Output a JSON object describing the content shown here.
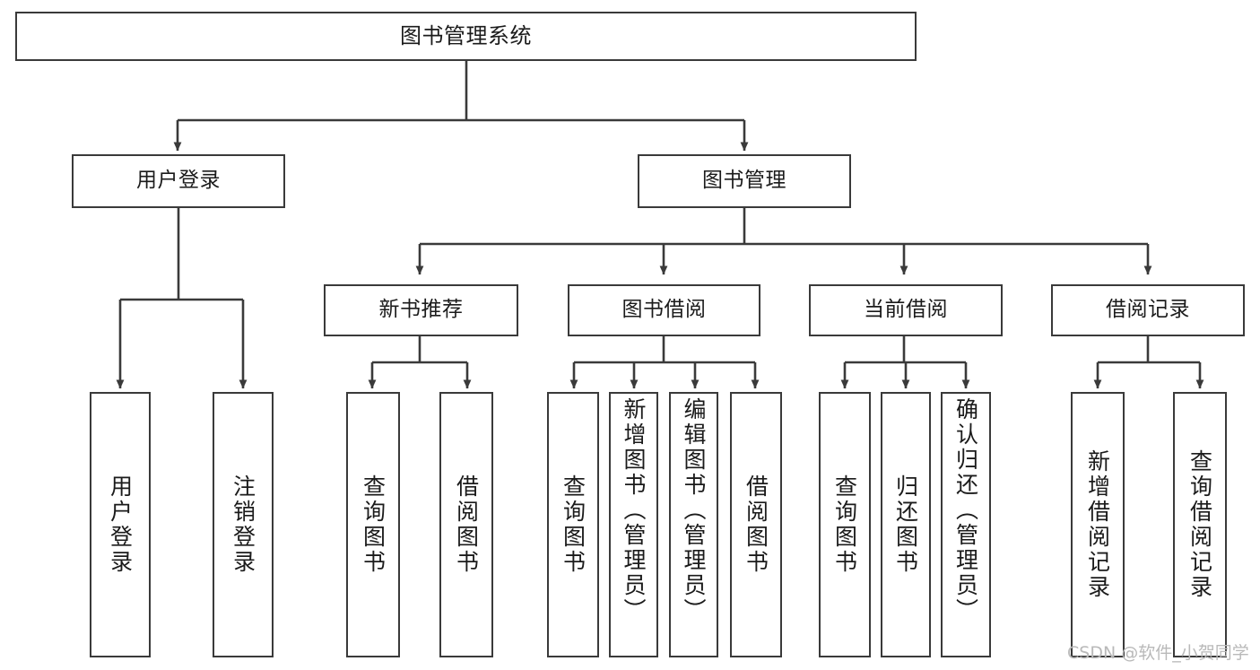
{
  "diagram": {
    "title": "图书管理系统",
    "type": "tree-hierarchy-diagram",
    "colors": {
      "box_border": "#3a3a3a",
      "box_fill": "#ffffff",
      "edge": "#3a3a3a",
      "text": "#1b1b1b",
      "watermark": "#b9b9b9",
      "background": "#ffffff"
    },
    "root": {
      "label": "图书管理系统"
    },
    "level2": [
      {
        "id": "user-login",
        "label": "用户登录"
      },
      {
        "id": "book-management",
        "label": "图书管理"
      }
    ],
    "level3": [
      {
        "id": "new-book-recommend",
        "label": "新书推荐"
      },
      {
        "id": "book-borrow",
        "label": "图书借阅"
      },
      {
        "id": "current-borrow",
        "label": "当前借阅"
      },
      {
        "id": "borrow-record",
        "label": "借阅记录"
      }
    ],
    "leaves": {
      "user_login": [
        {
          "id": "leaf-user-login",
          "label": "用户登录"
        },
        {
          "id": "leaf-logout-login",
          "label": "注销登录"
        }
      ],
      "new_book_recommend": [
        {
          "id": "leaf-query-book-1",
          "label": "查询图书"
        },
        {
          "id": "leaf-borrow-book-1",
          "label": "借阅图书"
        }
      ],
      "book_borrow": [
        {
          "id": "leaf-query-book-2",
          "label": "查询图书"
        },
        {
          "id": "leaf-add-book-admin",
          "label": "新增图书（管理员）"
        },
        {
          "id": "leaf-edit-book-admin",
          "label": "编辑图书（管理员）"
        },
        {
          "id": "leaf-borrow-book-2",
          "label": "借阅图书"
        }
      ],
      "current_borrow": [
        {
          "id": "leaf-query-book-3",
          "label": "查询图书"
        },
        {
          "id": "leaf-return-book",
          "label": "归还图书"
        },
        {
          "id": "leaf-confirm-return-admin",
          "label": "确认归还（管理员）"
        }
      ],
      "borrow_record": [
        {
          "id": "leaf-add-borrow-record",
          "label": "新增借阅记录"
        },
        {
          "id": "leaf-query-borrow-record",
          "label": "查询借阅记录"
        }
      ]
    },
    "watermark": "CSDN @软件_小贺同学"
  }
}
